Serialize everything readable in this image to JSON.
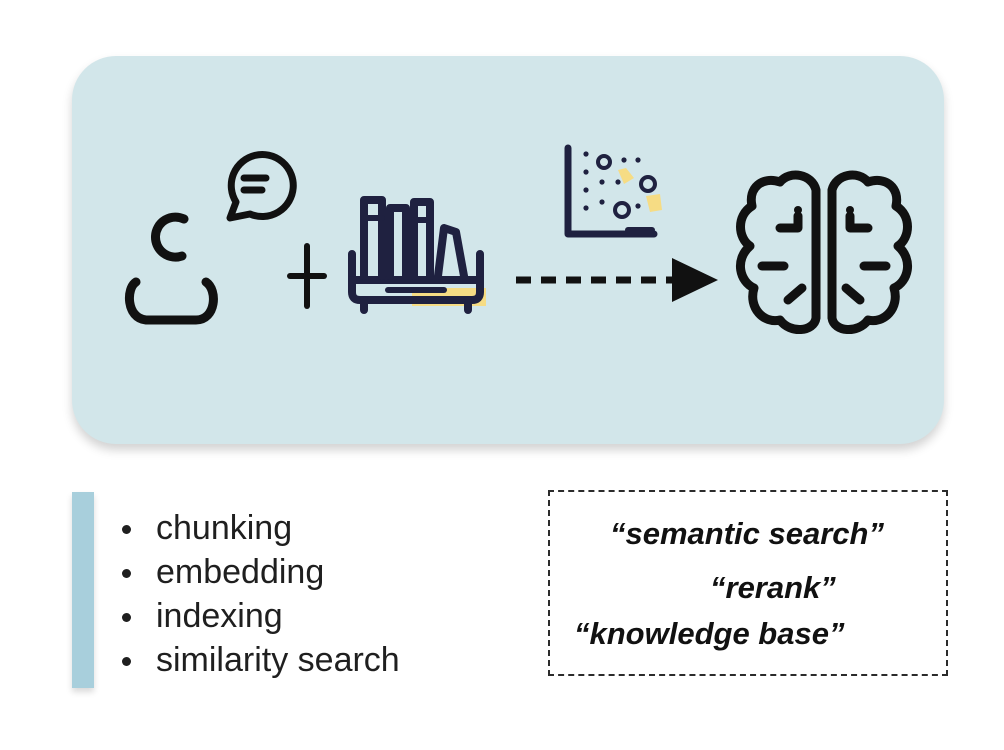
{
  "diagram": {
    "colors": {
      "panel_bg": "#d2e6ea",
      "ink": "#111111",
      "books": "#1f2140",
      "accent": "#f6dc84",
      "side_bar": "#a8cfdc"
    },
    "flow": [
      "user-with-question",
      "plus",
      "knowledge-books",
      "dashed-arrow",
      "brain"
    ],
    "icons": [
      "user-icon",
      "chat-bubble-icon",
      "plus-icon",
      "books-icon",
      "scatter-plot-icon",
      "dashed-arrow-icon",
      "brain-icon"
    ]
  },
  "bullets": {
    "items": [
      "chunking",
      "embedding",
      "indexing",
      "similarity search"
    ]
  },
  "quotes": {
    "items": [
      "“semantic search”",
      "“rerank”",
      "“knowledge base”"
    ]
  }
}
